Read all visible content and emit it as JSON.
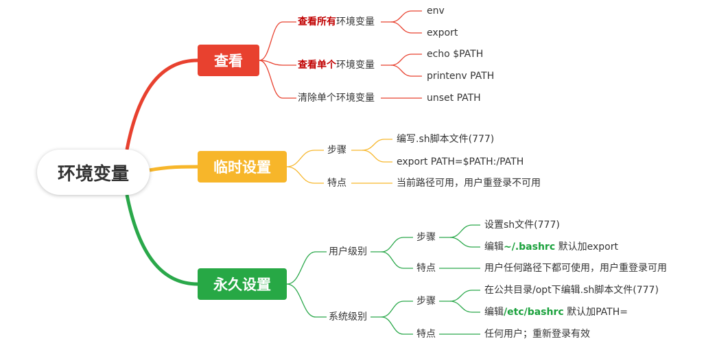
{
  "root": {
    "label": "环境变量"
  },
  "colors": {
    "view": "#e8412f",
    "temp": "#f7b62a",
    "perm": "#27a845",
    "view_line": "#e8412f",
    "temp_line": "#f7b62a",
    "perm_line": "#2aa84a"
  },
  "view": {
    "label": "查看",
    "all": {
      "prefix": "查看所有",
      "suffix": "环境变量",
      "items": [
        "env",
        "export"
      ]
    },
    "single": {
      "prefix": "查看单个",
      "suffix": "环境变量",
      "items": [
        "echo $PATH",
        "printenv PATH"
      ]
    },
    "clear": {
      "label": "清除单个环境变量",
      "items": [
        "unset PATH"
      ]
    }
  },
  "temp": {
    "label": "临时设置",
    "steps": {
      "label": "步骤",
      "items": [
        "编写.sh脚本文件(777)",
        "export PATH=$PATH:/PATH"
      ]
    },
    "feature": {
      "label": "特点",
      "items": [
        "当前路径可用，用户重登录不可用"
      ]
    }
  },
  "perm": {
    "label": "永久设置",
    "user": {
      "label": "用户级别",
      "steps": {
        "label": "步骤",
        "item1": "设置sh文件(777)",
        "item2_prefix": "编辑",
        "item2_hl": "~/.bashrc",
        "item2_suffix": " 默认加export"
      },
      "feature": {
        "label": "特点",
        "item": "用户任何路径下都可使用，用户重登录可用"
      }
    },
    "system": {
      "label": "系统级别",
      "steps": {
        "label": "步骤",
        "item1": "在公共目录/opt下编辑.sh脚本文件(777)",
        "item2_prefix": "编辑",
        "item2_hl": "/etc/bashrc",
        "item2_suffix": " 默认加PATH="
      },
      "feature": {
        "label": "特点",
        "item": "任何用户；重新登录有效"
      }
    }
  }
}
